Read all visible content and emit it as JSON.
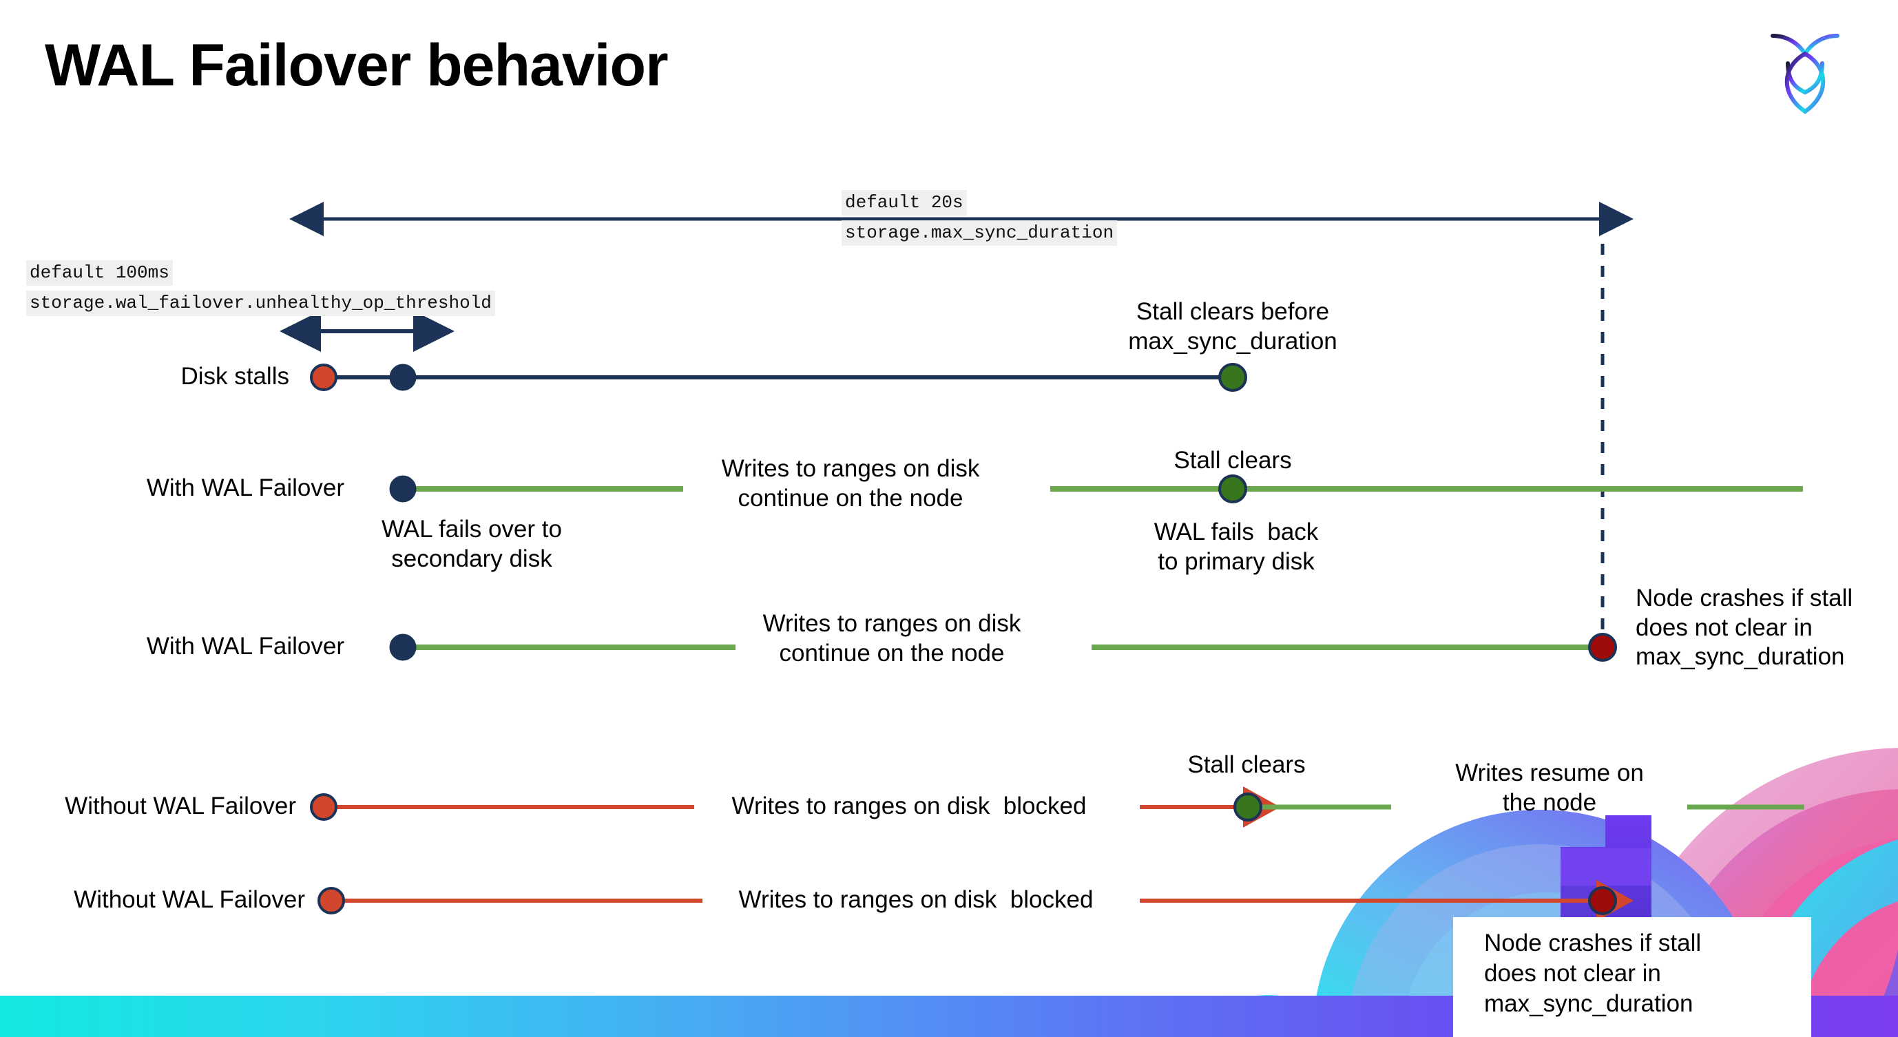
{
  "slide": {
    "title": "WAL Failover behavior",
    "logo_name": "cockroachdb-logo"
  },
  "annotations": {
    "max_sync_default": "default 20s",
    "max_sync_setting": "storage.max_sync_duration",
    "unhealthy_default": "default 100ms",
    "unhealthy_setting": "storage.wal_failover.unhealthy_op_threshold"
  },
  "rows": [
    {
      "id": "disk-stalls",
      "label": "Disk stalls",
      "above_note": "Stall clears before\nmax_sync_duration"
    },
    {
      "id": "with-wal-failover-1",
      "label": "With WAL Failover",
      "mid_note": "Writes to ranges on disk\ncontinue on the node",
      "stall_note": "Stall clears",
      "below_note": "WAL fails over to\nsecondary disk",
      "failback_note": "WAL fails  back\nto primary disk"
    },
    {
      "id": "with-wal-failover-2",
      "label": "With WAL Failover",
      "mid_note": "Writes to ranges on disk\ncontinue on the node",
      "crash_note": "Node crashes if stall\ndoes not clear in\nmax_sync_duration"
    },
    {
      "id": "without-wal-failover-1",
      "label": "Without WAL Failover",
      "mid_note": "Writes to ranges on disk  blocked",
      "stall_note": "Stall clears",
      "resume_note": "Writes resume on\nthe node"
    },
    {
      "id": "without-wal-failover-2",
      "label": "Without WAL Failover",
      "mid_note": "Writes to ranges on disk  blocked",
      "crash_note": "Node crashes if stall\ndoes not clear in\nmax_sync_duration"
    }
  ],
  "colors": {
    "navy": "#1c3257",
    "green_line": "#6aa84f",
    "green_dot": "#38761d",
    "orange": "#d1462c",
    "red_dot": "#9e0b0b",
    "chip_bg": "#efefef",
    "gradient_start": "#13e8e0",
    "gradient_end": "#7a3df0"
  }
}
